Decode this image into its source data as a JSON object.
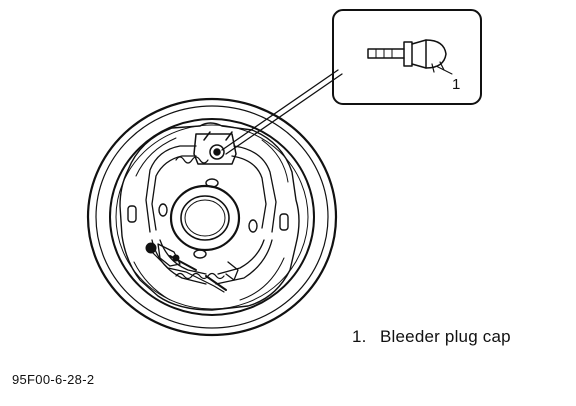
{
  "callout": {
    "number": "1"
  },
  "legend": {
    "number": "1.",
    "label": "Bleeder plug cap"
  },
  "figure_code": "95F00-6-28-2",
  "colors": {
    "ink": "#111111",
    "paper": "#ffffff"
  }
}
